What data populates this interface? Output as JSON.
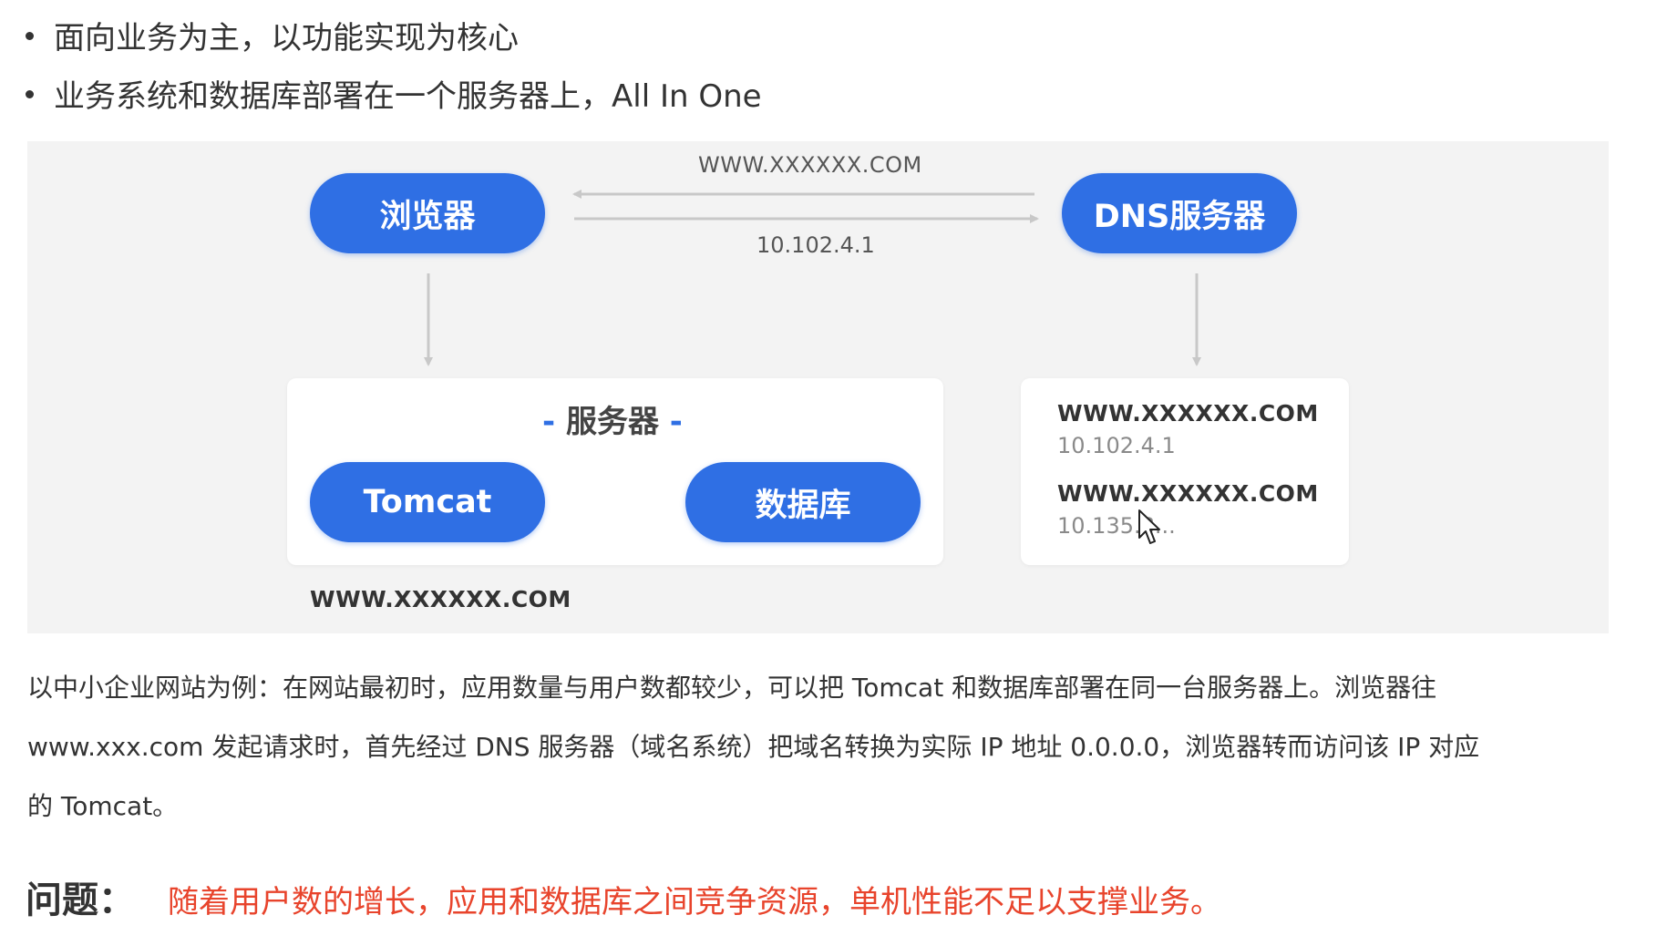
{
  "bullets": [
    "面向业务为主，以功能实现为核心",
    "业务系统和数据库部署在一个服务器上，All In One"
  ],
  "diagram": {
    "browser_label": "浏览器",
    "dns_label": "DNS服务器",
    "request_domain": "WWW.XXXXXX.COM",
    "response_ip": "10.102.4.1",
    "server_title": "服务器",
    "tomcat_label": "Tomcat",
    "database_label": "数据库",
    "server_domain": "WWW.XXXXXX.COM",
    "dns_records": [
      {
        "domain": "WWW.XXXXXX.COM",
        "ip": "10.102.4.1"
      },
      {
        "domain": "WWW.XXXXXX.COM",
        "ip": "10.135.8..."
      }
    ],
    "colors": {
      "accent": "#2f6fe4",
      "panel": "#f3f3f3",
      "arrow": "#c8c8c8"
    }
  },
  "description": [
    "以中小企业网站为例：在网站最初时，应用数量与用户数都较少，可以把 Tomcat 和数据库部署在同一台服务器上。浏览器往",
    "www.xxx.com 发起请求时，首先经过 DNS 服务器（域名系统）把域名转换为实际 IP 地址 0.0.0.0，浏览器转而访问该 IP 对应",
    "的 Tomcat。"
  ],
  "problem": {
    "label": "问题：",
    "text": "随着用户数的增长，应用和数据库之间竞争资源，单机性能不足以支撑业务。",
    "color": "#e8442c"
  }
}
